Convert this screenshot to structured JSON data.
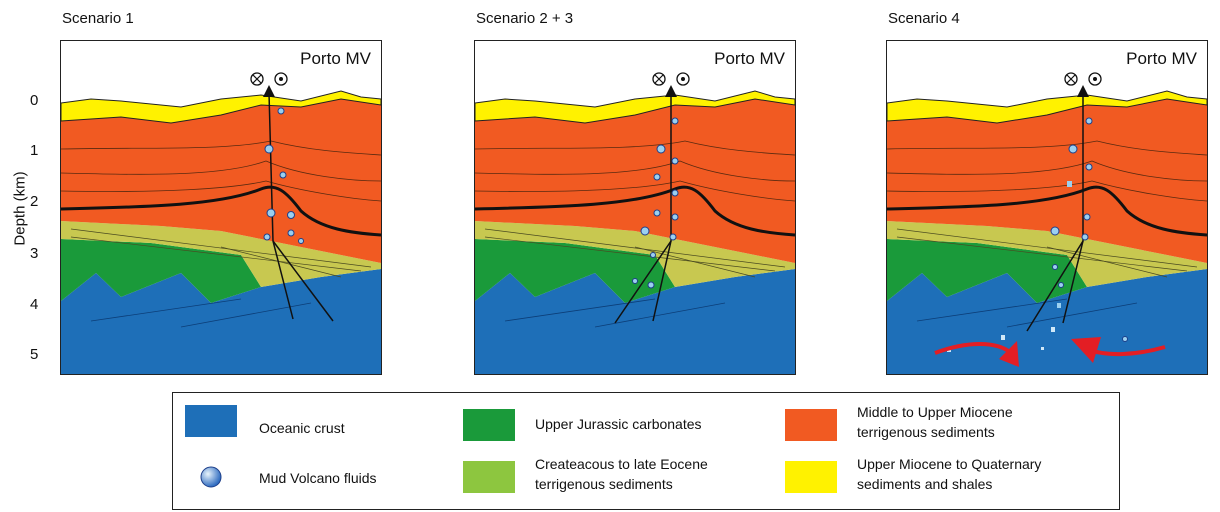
{
  "scenarios": [
    {
      "title": "Scenario 1",
      "site_label": "Porto MV"
    },
    {
      "title": "Scenario 2 + 3",
      "site_label": "Porto MV"
    },
    {
      "title": "Scenario 4",
      "site_label": "Porto MV"
    }
  ],
  "depth_axis": {
    "label": "Depth (km)",
    "ticks": [
      "0",
      "1",
      "2",
      "3",
      "4",
      "5"
    ]
  },
  "legend": {
    "oceanic_crust": "Oceanic crust",
    "mud_volcano_fluids": "Mud Volcano fluids",
    "upper_jurassic": "Upper Jurassic carbonates",
    "cretaceous_eocene_1": "Createacous to late Eocene",
    "cretaceous_eocene_2": "terrigenous sediments",
    "miocene_1": "Middle to Upper Miocene",
    "miocene_2": "terrigenous sediments",
    "quaternary_1": "Upper Miocene to Quaternary",
    "quaternary_2": "sediments and shales"
  },
  "colors": {
    "oceanic_crust": "#1e6fb8",
    "upper_jurassic": "#1a9a3a",
    "cretaceous_eocene": "#c8c850",
    "miocene": "#f15a22",
    "quaternary": "#fff200",
    "fluid_arrow": "#e31e24"
  }
}
